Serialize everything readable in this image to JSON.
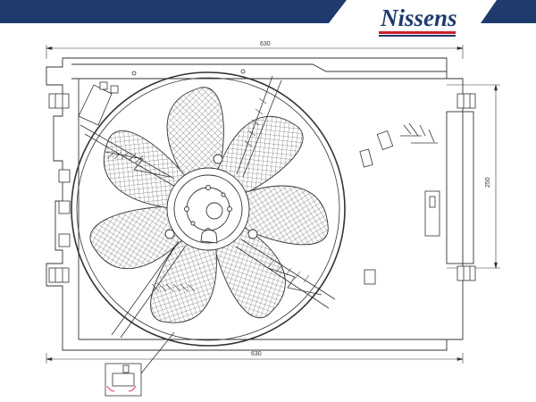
{
  "brand": {
    "name": "Nissens",
    "colors": {
      "navy": "#1f3b6e",
      "red": "#c8202f"
    }
  },
  "dimensions": {
    "top_width": "630",
    "bottom_width": "630",
    "right_height": "250"
  },
  "drawing_colors": {
    "line": "#333333",
    "hatch": "#555555",
    "highlight": "#e0506a"
  }
}
